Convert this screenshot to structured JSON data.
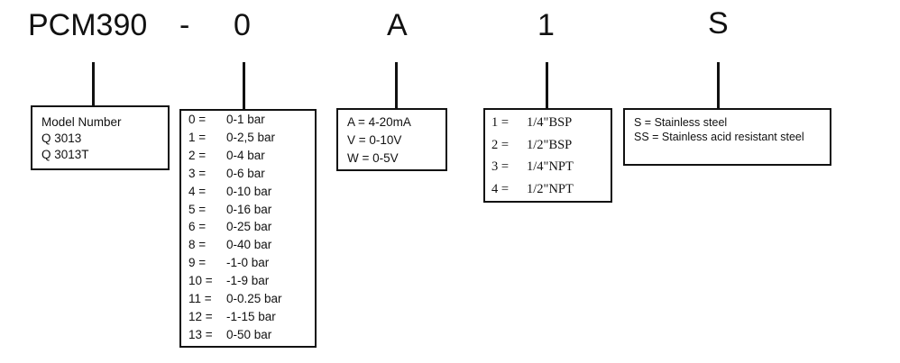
{
  "code": {
    "base": "PCM390",
    "dash": "-",
    "range": "0",
    "signal": "A",
    "connection": "1",
    "material": "S"
  },
  "model": {
    "lines": [
      "Model Number",
      "Q 3013",
      "Q 3013T"
    ]
  },
  "ranges": [
    {
      "code": "0 =",
      "value": "0-1 bar"
    },
    {
      "code": "1 =",
      "value": "0-2,5 bar"
    },
    {
      "code": "2 =",
      "value": "0-4 bar"
    },
    {
      "code": "3 =",
      "value": "0-6 bar"
    },
    {
      "code": "4 =",
      "value": "0-10 bar"
    },
    {
      "code": "5 =",
      "value": "0-16 bar"
    },
    {
      "code": "6 =",
      "value": "0-25 bar"
    },
    {
      "code": "8 =",
      "value": "0-40 bar"
    },
    {
      "code": "9 =",
      "value": "-1-0 bar"
    },
    {
      "code": "10 =",
      "value": "-1-9 bar"
    },
    {
      "code": "11 =",
      "value": "0-0.25 bar"
    },
    {
      "code": "12 =",
      "value": "-1-15 bar"
    },
    {
      "code": "13 =",
      "value": "0-50 bar"
    }
  ],
  "signals": [
    "A = 4-20mA",
    "V = 0-10V",
    "W = 0-5V"
  ],
  "connections": [
    {
      "code": "1 =",
      "value": "1/4\"BSP"
    },
    {
      "code": "2 =",
      "value": "1/2\"BSP"
    },
    {
      "code": "3 =",
      "value": "1/4\"NPT"
    },
    {
      "code": "4 =",
      "value": "1/2\"NPT"
    }
  ],
  "materials": [
    "S = Stainless steel",
    "SS = Stainless acid resistant steel"
  ]
}
